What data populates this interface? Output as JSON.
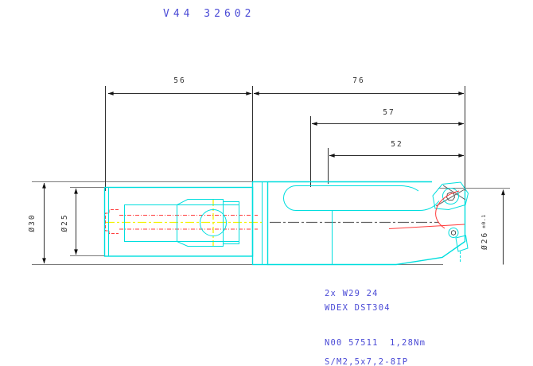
{
  "title": "V44 32602",
  "dimensions": {
    "shank_length": "56",
    "body_length": "76",
    "flute_length": "57",
    "usable_length": "52",
    "dia_collar": "Ø30",
    "dia_shank": "Ø25",
    "dia_drill": "Ø26",
    "dia_drill_tolerance": "±0.1"
  },
  "notes": {
    "insert_count": "2x W29 24",
    "insert_type": "WDEX DST304",
    "screw_part": "N00 57511",
    "screw_torque": "1,28Nm",
    "screw_spec": "S/M2,5x7,2-8IP"
  },
  "colors": {
    "outline": "#00dede",
    "hidden_lines": "#ff3b3b",
    "centerline": "#f2f200",
    "dimension_lines": "#2f2f2f",
    "annotation_text": "#4b4bd6",
    "background": "#ffffff"
  }
}
